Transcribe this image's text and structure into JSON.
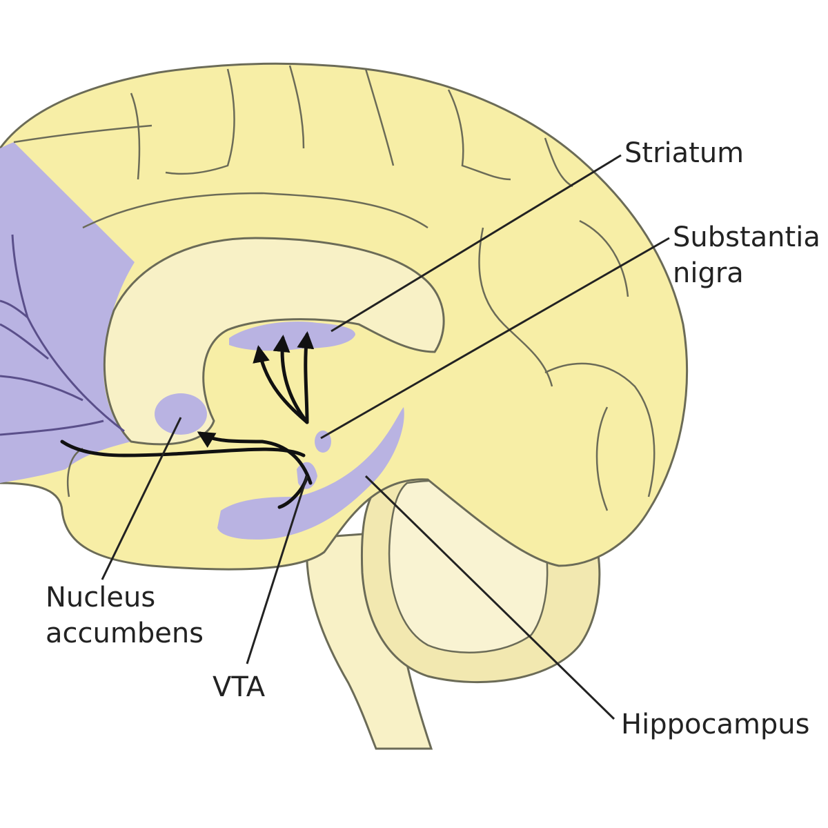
{
  "colors": {
    "brain_fill": "#f7eea6",
    "brain_light": "#f8f1c6",
    "region_purple": "#b9b3e2",
    "outline": "#6b6b57",
    "pathway": "#111111",
    "label_text": "#222222"
  },
  "labels": {
    "striatum": "Striatum",
    "substantia_nigra_line1": "Substantia",
    "substantia_nigra_line2": "nigra",
    "nucleus_accumbens_line1": "Nucleus",
    "nucleus_accumbens_line2": "accumbens",
    "vta": "VTA",
    "hippocampus": "Hippocampus"
  }
}
